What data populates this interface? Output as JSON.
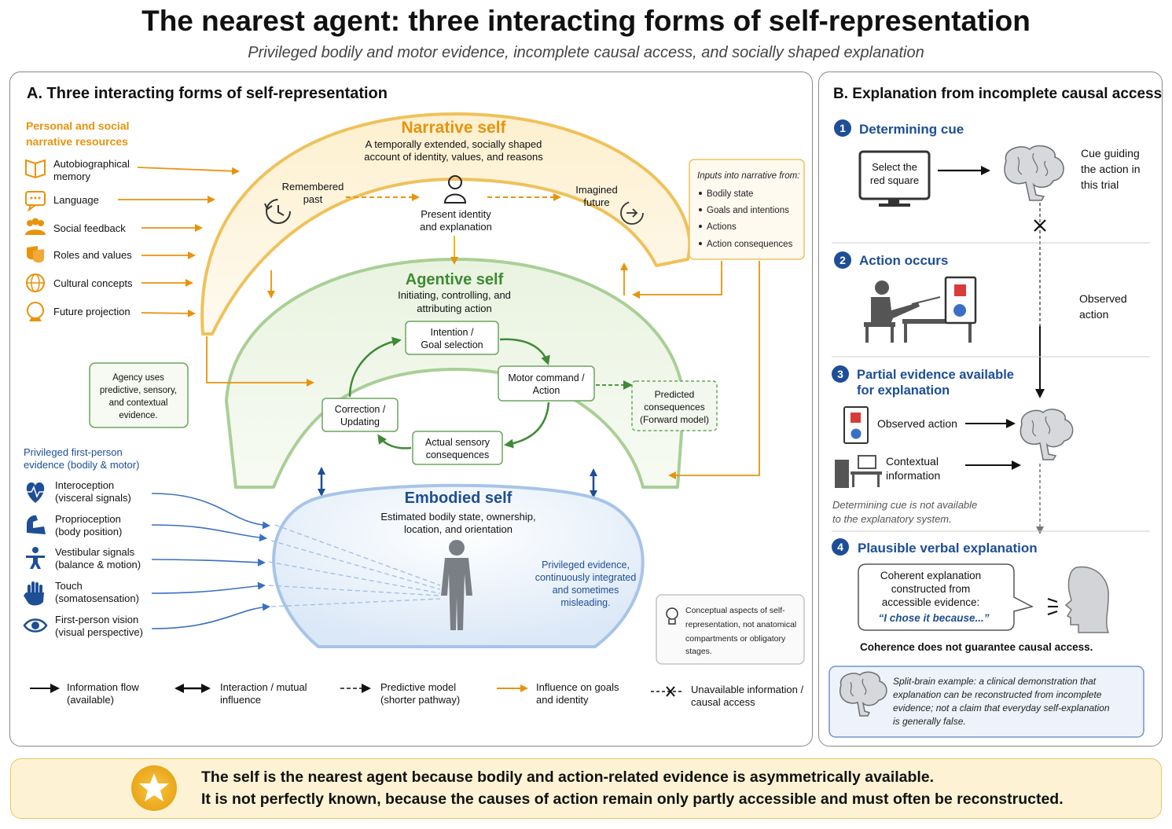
{
  "title": "The nearest agent: three interacting forms of self-representation",
  "subtitle": "Privileged bodily and motor evidence, incomplete causal access, and socially shaped explanation",
  "colors": {
    "narrative": "#e8930c",
    "agentive": "#3e8a35",
    "embodied": "#1d4e96",
    "explanation": "#1d4e96",
    "footer_bg": "#fdf3d4",
    "star": "#f2b01e"
  },
  "panel_a": {
    "title": "A. Three interacting forms of self-representation",
    "resources": {
      "heading_line1": "Personal and social",
      "heading_line2": "narrative resources",
      "items": [
        {
          "icon": "book-icon",
          "line1": "Autobiographical",
          "line2": "memory"
        },
        {
          "icon": "speech-bubble-icon",
          "line1": "Language",
          "line2": ""
        },
        {
          "icon": "people-icon",
          "line1": "Social feedback",
          "line2": ""
        },
        {
          "icon": "masks-icon",
          "line1": "Roles and values",
          "line2": ""
        },
        {
          "icon": "globe-icon",
          "line1": "Cultural concepts",
          "line2": ""
        },
        {
          "icon": "crystal-ball-icon",
          "line1": "Future projection",
          "line2": ""
        }
      ]
    },
    "narrative": {
      "title": "Narrative self",
      "desc_line1": "A temporally extended, socially shaped",
      "desc_line2": "account of identity, values, and reasons",
      "past_line1": "Remembered",
      "past_line2": "past",
      "present_line1": "Present identity",
      "present_line2": "and explanation",
      "future_line1": "Imagined",
      "future_line2": "future"
    },
    "inputs_box": {
      "title": "Inputs into narrative from:",
      "items": [
        "Bodily state",
        "Goals and intentions",
        "Actions",
        "Action consequences"
      ]
    },
    "agentive": {
      "title": "Agentive self",
      "desc_line1": "Initiating, controlling, and",
      "desc_line2": "attributing action",
      "intention_line1": "Intention /",
      "intention_line2": "Goal selection",
      "motor_line1": "Motor command /",
      "motor_line2": "Action",
      "sensory_line1": "Actual sensory",
      "sensory_line2": "consequences",
      "correction_line1": "Correction /",
      "correction_line2": "Updating",
      "predicted_line1": "Predicted",
      "predicted_line2": "consequences",
      "predicted_line3": "(Forward model)"
    },
    "agency_note": {
      "line1": "Agency uses",
      "line2": "predictive, sensory,",
      "line3": "and contextual",
      "line4": "evidence."
    },
    "evidence": {
      "heading_line1": "Privileged first-person",
      "heading_line2": "evidence (bodily & motor)",
      "items": [
        {
          "icon": "heart-icon",
          "line1": "Interoception",
          "line2": "(visceral signals)"
        },
        {
          "icon": "flexed-arm-icon",
          "line1": "Proprioception",
          "line2": "(body position)"
        },
        {
          "icon": "balance-figure-icon",
          "line1": "Vestibular signals",
          "line2": "(balance & motion)"
        },
        {
          "icon": "hand-icon",
          "line1": "Touch",
          "line2": "(somatosensation)"
        },
        {
          "icon": "eye-icon",
          "line1": "First-person vision",
          "line2": "(visual perspective)"
        }
      ]
    },
    "embodied": {
      "title": "Embodied self",
      "desc_line1": "Estimated bodily state, ownership,",
      "desc_line2": "location, and orientation",
      "note_line1": "Privileged evidence,",
      "note_line2": "continuously integrated",
      "note_line3": "and sometimes",
      "note_line4": "misleading."
    },
    "concept_note": {
      "line1": "Conceptual aspects of self-",
      "line2": "representation, not anatomical",
      "line3": "compartments or obligatory",
      "line4": "stages."
    },
    "legend": [
      {
        "icon": "solid-arrow-icon",
        "line1": "Information flow",
        "line2": "(available)"
      },
      {
        "icon": "double-arrow-icon",
        "line1": "Interaction / mutual",
        "line2": "influence"
      },
      {
        "icon": "dashed-arrow-icon",
        "line1": "Predictive model",
        "line2": "(shorter pathway)"
      },
      {
        "icon": "orange-arrow-icon",
        "line1": "Influence on goals",
        "line2": "and identity"
      },
      {
        "icon": "blocked-dashed-icon",
        "line1": "Unavailable information /",
        "line2": "causal access"
      }
    ]
  },
  "panel_b": {
    "title": "B. Explanation from incomplete causal access",
    "step1": {
      "num": "1",
      "title": "Determining cue",
      "screen_line1": "Select the",
      "screen_line2": "red square",
      "note_line1": "Cue guiding",
      "note_line2": "the action in",
      "note_line3": "this trial"
    },
    "step2": {
      "num": "2",
      "title": "Action occurs",
      "note_line1": "Observed",
      "note_line2": "action"
    },
    "step3": {
      "num": "3",
      "title_line1": "Partial evidence available",
      "title_line2": "for explanation",
      "observed": "Observed action",
      "context_line1": "Contextual",
      "context_line2": "information",
      "note_line1": "Determining cue is not available",
      "note_line2": "to the explanatory system."
    },
    "step4": {
      "num": "4",
      "title": "Plausible verbal explanation",
      "bubble_line1": "Coherent explanation",
      "bubble_line2": "constructed from",
      "bubble_line3": "accessible evidence:",
      "bubble_quote": "“I chose it because...”",
      "coherence": "Coherence does not guarantee causal access."
    },
    "split_brain": {
      "line1": "Split-brain example: a clinical demonstration that",
      "line2": "explanation can be reconstructed from incomplete",
      "line3": "evidence; not a claim that everyday self-explanation",
      "line4": "is generally false."
    }
  },
  "footer": {
    "line1": "The self is the nearest agent because bodily and action-related evidence is asymmetrically available.",
    "line2": "It is not perfectly known, because the causes of action remain only partly accessible and must often be reconstructed."
  }
}
